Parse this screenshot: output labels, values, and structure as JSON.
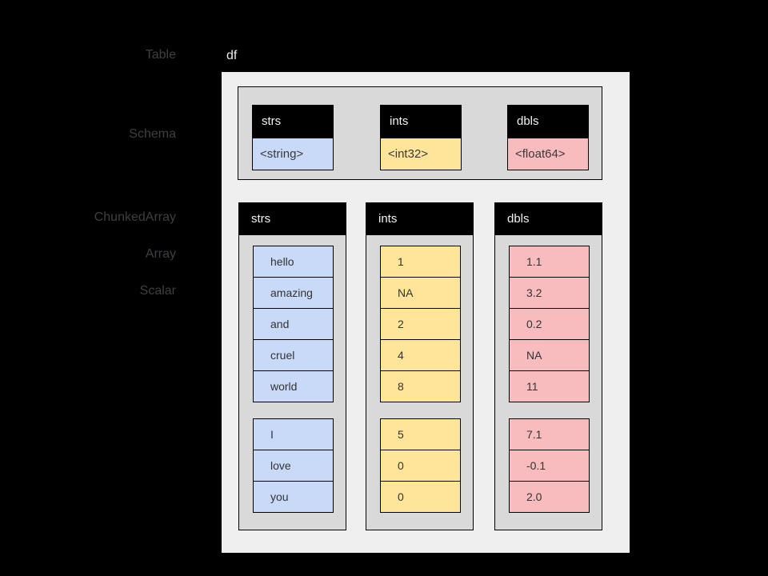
{
  "page": {
    "background": "#000000"
  },
  "side_labels": {
    "table": "Table",
    "schema": "Schema",
    "chunked_array": "ChunkedArray",
    "array": "Array",
    "scalar": "Scalar"
  },
  "table_title": "df",
  "colors": {
    "background": "#000000",
    "outer_box": "#efefef",
    "inner_box_gray": "#d9d9d9",
    "header_black": "#000000",
    "strs_blue": "#c9daf8",
    "ints_yellow": "#ffe59a",
    "dbls_pink": "#f8bcbe",
    "label_gray": "#3c4043",
    "cell_text": "#333333",
    "header_text": "#f2f2f2",
    "arrow": "#0a0a0a"
  },
  "schema": {
    "fields": [
      {
        "name": "strs",
        "type": "<string>",
        "color": "#c9daf8"
      },
      {
        "name": "ints",
        "type": "<int32>",
        "color": "#ffe59a"
      },
      {
        "name": "dbls",
        "type": "<float64>",
        "color": "#f8bcbe"
      }
    ]
  },
  "columns": [
    {
      "name": "strs",
      "color": "#c9daf8",
      "chunks": [
        [
          "hello",
          "amazing",
          "and",
          "cruel",
          "world"
        ],
        [
          "I",
          "love",
          "you"
        ]
      ]
    },
    {
      "name": "ints",
      "color": "#ffe59a",
      "chunks": [
        [
          "1",
          "NA",
          "2",
          "4",
          "8"
        ],
        [
          "5",
          "0",
          "0"
        ]
      ]
    },
    {
      "name": "dbls",
      "color": "#f8bcbe",
      "chunks": [
        [
          "1.1",
          "3.2",
          "0.2",
          "NA",
          "11"
        ],
        [
          "7.1",
          "-0.1",
          "2.0"
        ]
      ]
    }
  ]
}
